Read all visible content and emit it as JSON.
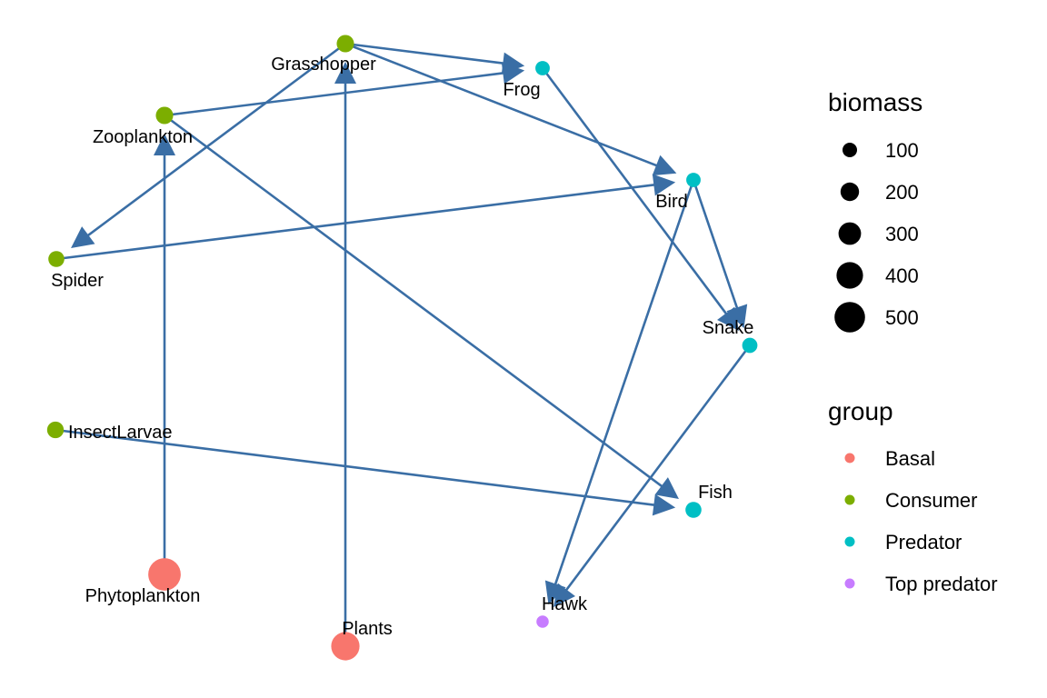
{
  "chart_data": {
    "type": "network",
    "directed": true,
    "edge_color": "#3a6ea5",
    "nodes": [
      {
        "name": "Grasshopper",
        "group": "Consumer",
        "biomass": 80
      },
      {
        "name": "Frog",
        "group": "Predator",
        "biomass": 40
      },
      {
        "name": "Zooplankton",
        "group": "Consumer",
        "biomass": 80
      },
      {
        "name": "Bird",
        "group": "Predator",
        "biomass": 40
      },
      {
        "name": "Spider",
        "group": "Consumer",
        "biomass": 60
      },
      {
        "name": "Snake",
        "group": "Predator",
        "biomass": 50
      },
      {
        "name": "InsectLarvae",
        "group": "Consumer",
        "biomass": 70
      },
      {
        "name": "Fish",
        "group": "Predator",
        "biomass": 60
      },
      {
        "name": "Phytoplankton",
        "group": "Basal",
        "biomass": 500
      },
      {
        "name": "Plants",
        "group": "Basal",
        "biomass": 350
      },
      {
        "name": "Hawk",
        "group": "Top predator",
        "biomass": 20
      }
    ],
    "edges": [
      {
        "from": "Plants",
        "to": "Grasshopper"
      },
      {
        "from": "Phytoplankton",
        "to": "Zooplankton"
      },
      {
        "from": "Grasshopper",
        "to": "Frog"
      },
      {
        "from": "Zooplankton",
        "to": "Frog"
      },
      {
        "from": "Grasshopper",
        "to": "Bird"
      },
      {
        "from": "Spider",
        "to": "Bird"
      },
      {
        "from": "Grasshopper",
        "to": "Spider"
      },
      {
        "from": "Zooplankton",
        "to": "Fish"
      },
      {
        "from": "InsectLarvae",
        "to": "Fish"
      },
      {
        "from": "Frog",
        "to": "Snake"
      },
      {
        "from": "Bird",
        "to": "Snake"
      },
      {
        "from": "Bird",
        "to": "Hawk"
      },
      {
        "from": "Snake",
        "to": "Hawk"
      }
    ],
    "legend": {
      "placement": "right",
      "biomass": {
        "title": "biomass",
        "breaks": [
          100,
          200,
          300,
          400,
          500
        ]
      },
      "group": {
        "title": "group",
        "entries": [
          {
            "label": "Basal",
            "color": "#f8766d"
          },
          {
            "label": "Consumer",
            "color": "#7cae00"
          },
          {
            "label": "Predator",
            "color": "#00bfc4"
          },
          {
            "label": "Top predator",
            "color": "#c77cff"
          }
        ]
      }
    }
  }
}
